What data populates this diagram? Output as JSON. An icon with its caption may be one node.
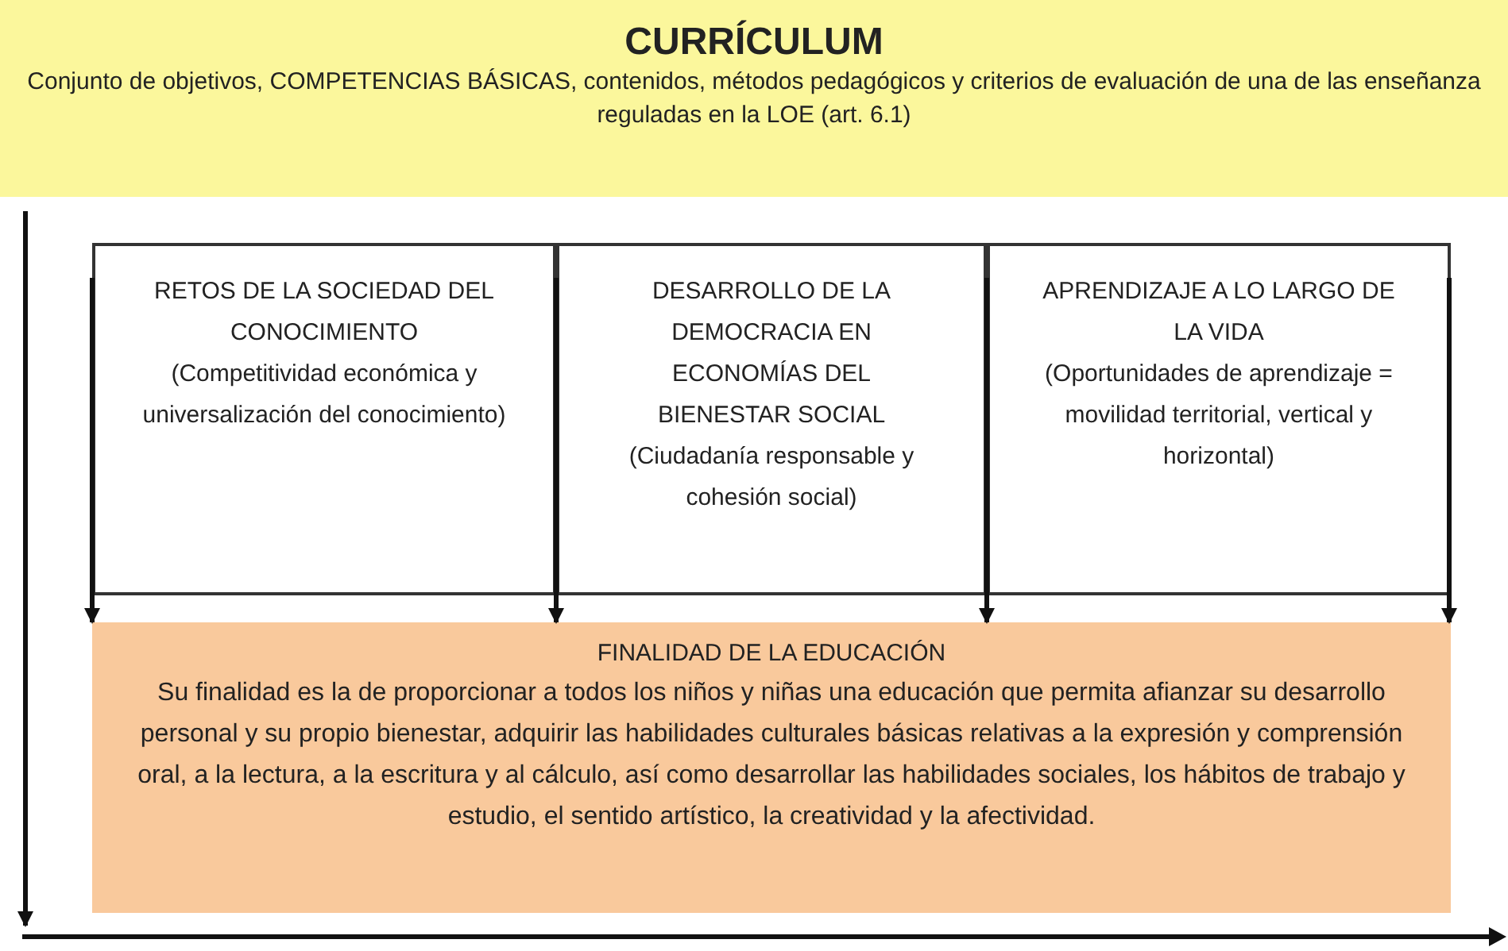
{
  "diagram": {
    "nodes": [
      {
        "text": [
          "CURRÍCULUM",
          "Conjunto de objetivos, COMPETENCIAS BÁSICAS, contenidos, métodos pedagógicos y criterios de evaluación de una de las enseñanza reguladas en la LOE (art. 6.1)"
        ]
      },
      {
        "text": [
          "RETOS DE LA SOCIEDAD DEL CONOCIMIENTO",
          "(Competitividad económica y universalización del conocimiento)"
        ]
      },
      {
        "text": [
          "DESARROLLO DE LA DEMOCRACIA EN ECONOMÍAS DEL BIENESTAR SOCIAL",
          "(Ciudadanía responsable y cohesión social)"
        ]
      },
      {
        "text": [
          "APRENDIZAJE A LO LARGO DE LA VIDA",
          "(Oportunidades de aprendizaje = movilidad territorial, vertical y horizontal)"
        ]
      },
      {
        "text": [
          "FINALIDAD DE LA EDUCACIÓN",
          "Su finalidad es la de proporcionar a todos los niños y niñas una educación que permita afianzar su desarrollo personal y su propio bienestar, adquirir las habilidades culturales básicas relativas a la expresión y comprensión oral, a la lectura, a la escritura y al cálculo, así como desarrollar las habilidades sociales, los hábitos de trabajo y estudio, el sentido artístico, la creatividad y la afectividad."
        ]
      }
    ],
    "edges": [
      {
        "from": 0,
        "to": null,
        "arrow": "to"
      },
      {
        "from": 1,
        "to": 4,
        "arrow": "to"
      },
      {
        "from": 2,
        "to": 4,
        "arrow": "to"
      },
      {
        "from": 3,
        "to": 4,
        "arrow": "to"
      },
      {
        "from": 3,
        "to": 4,
        "arrow": "to"
      }
    ]
  }
}
